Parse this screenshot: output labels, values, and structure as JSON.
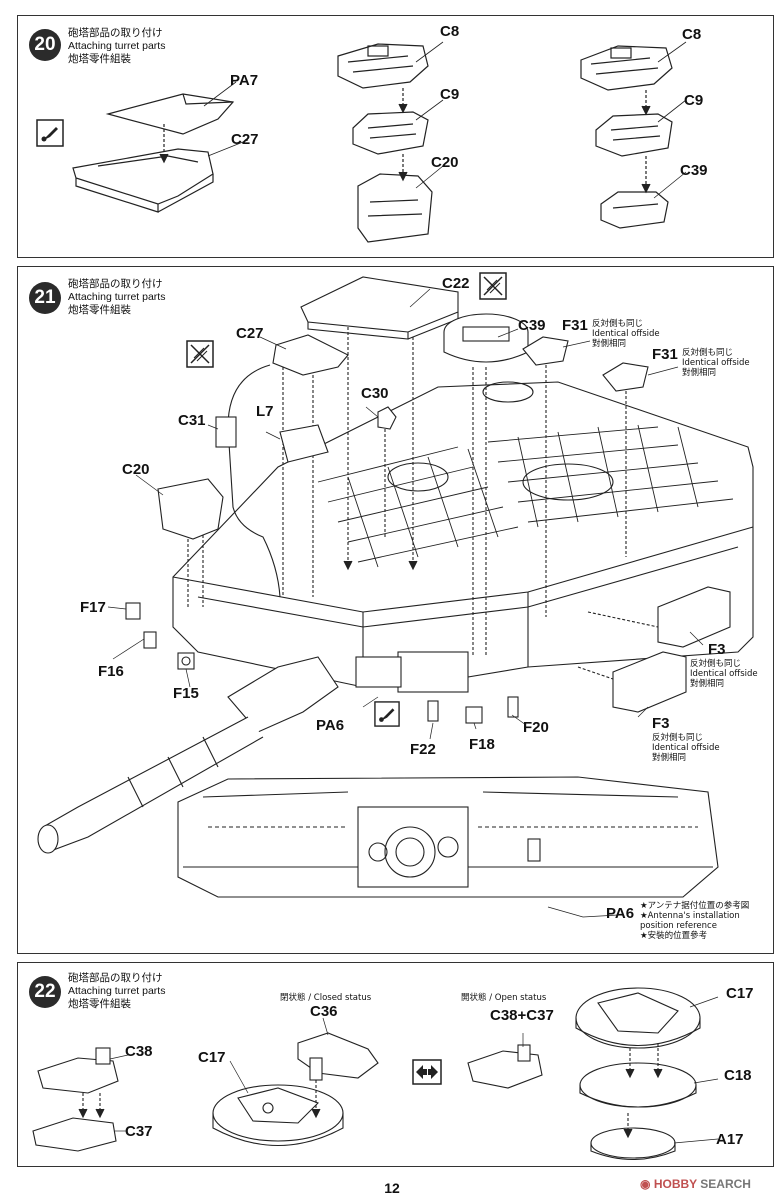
{
  "page_number": "12",
  "watermark": {
    "brand_a": "HOBBY",
    "brand_b": "SEARCH"
  },
  "step20": {
    "number": "20",
    "heading": [
      "砲塔部品の取り付け",
      "Attaching turret parts",
      "炮塔零件組裝"
    ],
    "labels": [
      "PA7",
      "C27",
      "C8",
      "C9",
      "C20",
      "C8",
      "C9",
      "C39"
    ],
    "icons": [
      "paint-brush-icon"
    ]
  },
  "step21": {
    "number": "21",
    "heading": [
      "砲塔部品の取り付け",
      "Attaching turret parts",
      "炮塔零件組裝"
    ],
    "labels": [
      "C22",
      "C39",
      "F31",
      "F31",
      "C27",
      "C30",
      "C31",
      "L7",
      "C20",
      "F17",
      "F16",
      "F15",
      "PA6",
      "F22",
      "F18",
      "F20",
      "F3",
      "F3",
      "PA6"
    ],
    "offside_note": [
      "反対側も同じ",
      "Identical offside",
      "對側相同"
    ],
    "antenna_note": [
      "★アンテナ据付位置の参考図",
      "★Antenna's installation",
      "position reference",
      "★安裝的位置參考"
    ],
    "icons": [
      "do-not-glue-icon",
      "do-not-glue-icon",
      "paint-brush-icon"
    ]
  },
  "step22": {
    "number": "22",
    "heading": [
      "砲塔部品の取り付け",
      "Attaching turret parts",
      "炮塔零件組裝"
    ],
    "closed_status": "閉状態 / Closed status",
    "open_status": "開状態 / Open status",
    "labels": [
      "C38",
      "C37",
      "C17",
      "C36",
      "C38+C37",
      "C17",
      "C18",
      "A17"
    ],
    "icons": [
      "swap-arrows-icon"
    ]
  }
}
